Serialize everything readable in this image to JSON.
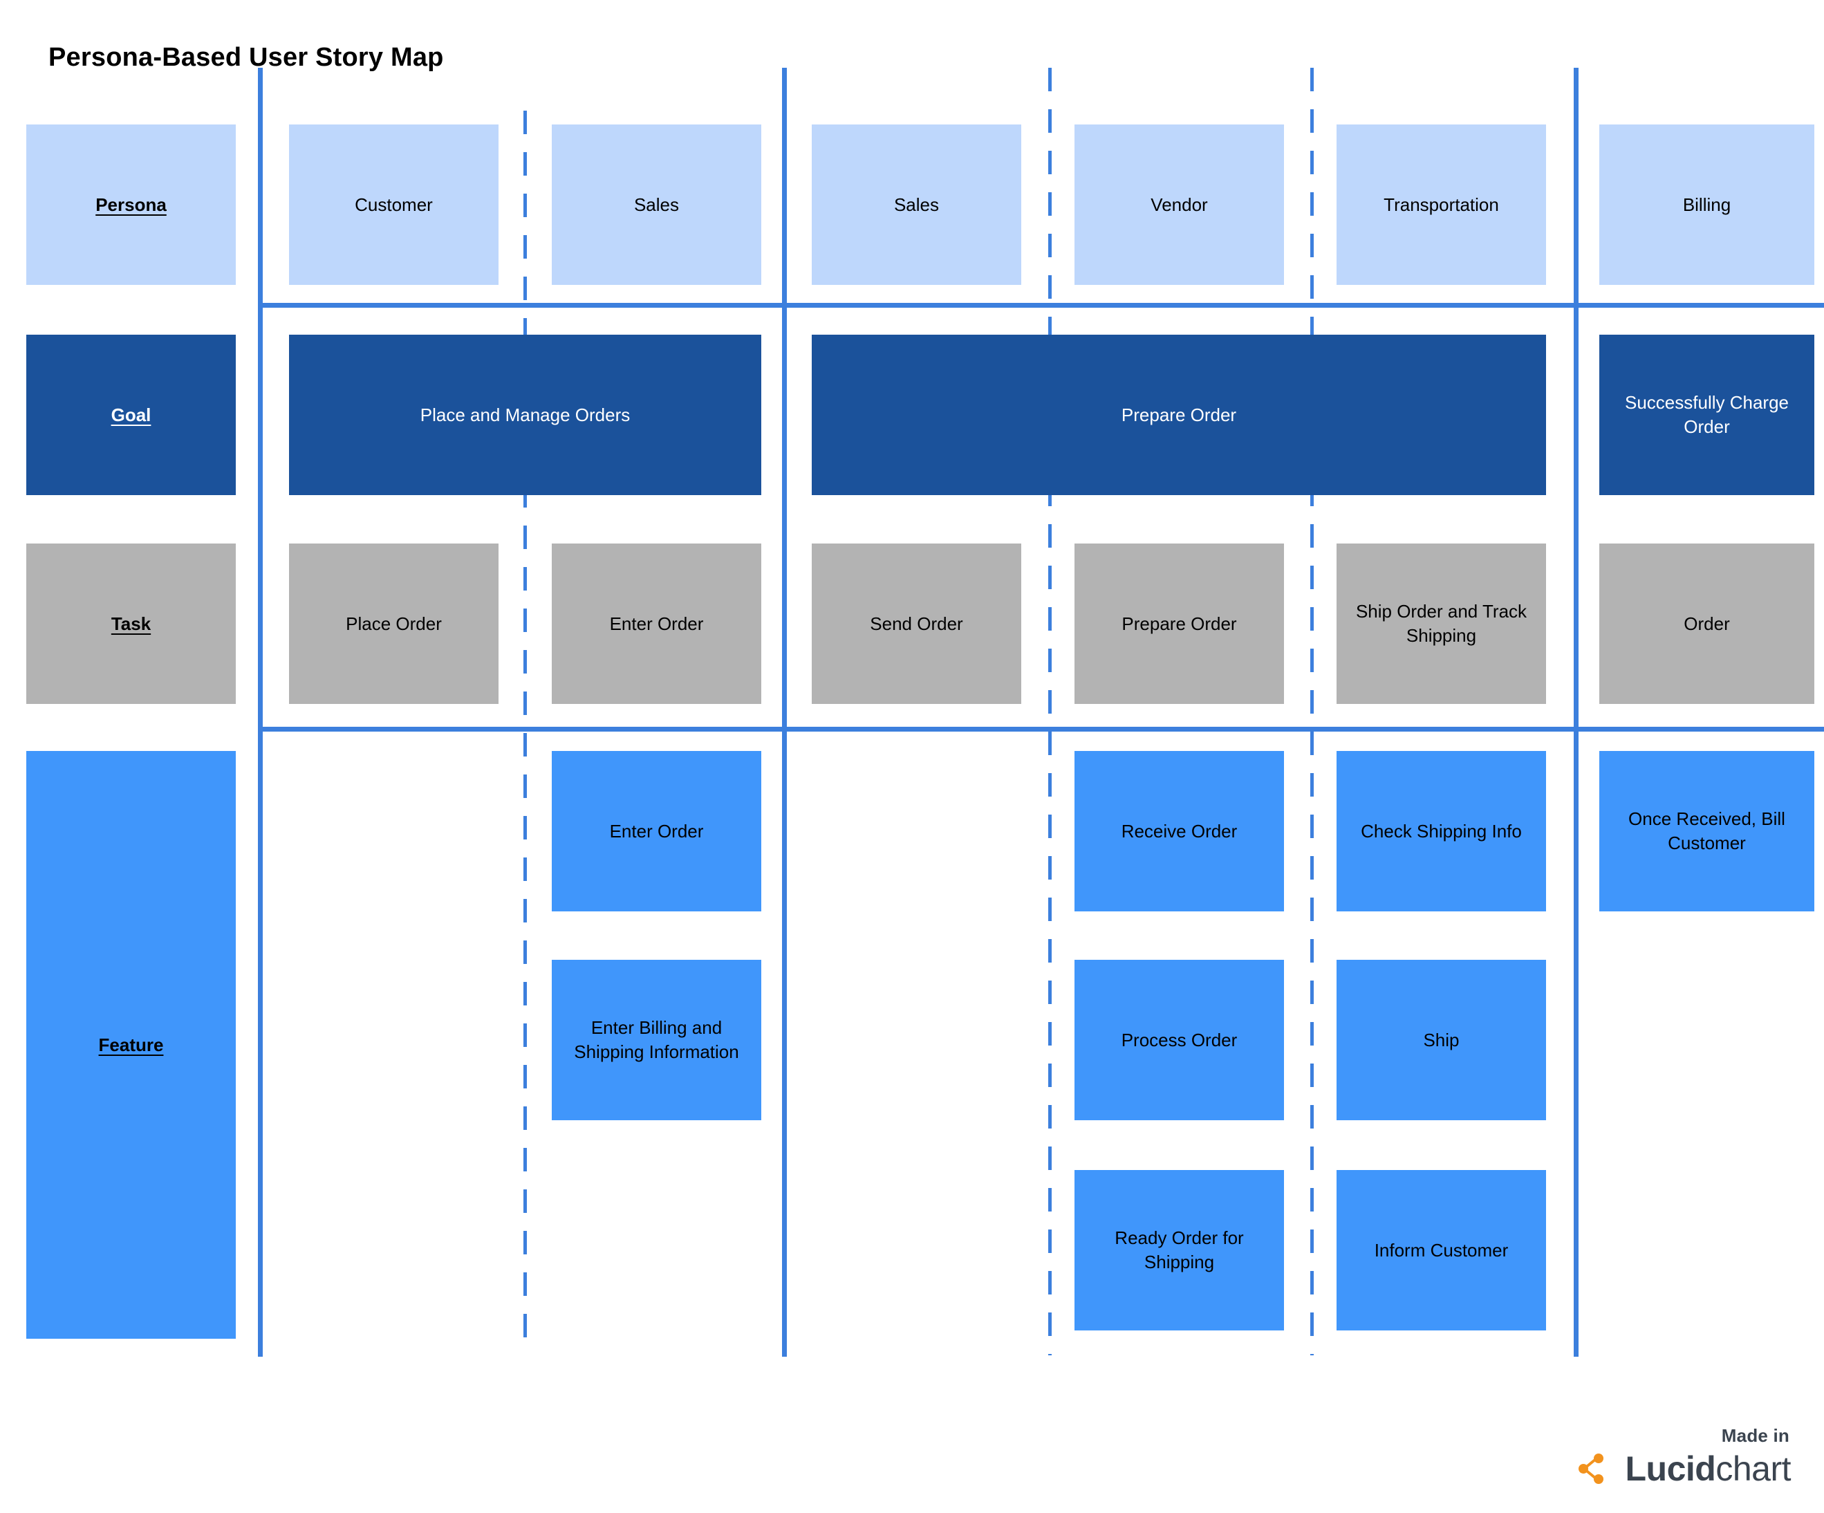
{
  "title": "Persona-Based User Story Map",
  "colors": {
    "persona_fill": "#BED7FC",
    "goal_fill": "#1B529B",
    "task_fill": "#B3B3B3",
    "feature_fill": "#4096FB",
    "divider": "#3C7FDD",
    "title_text": "#000000",
    "lucid_gray": "#3B444F",
    "lucid_orange": "#F2921D"
  },
  "row_labels": {
    "persona": "Persona",
    "goal": "Goal",
    "task": "Task",
    "feature": "Feature"
  },
  "personas": [
    {
      "label": "Customer"
    },
    {
      "label": "Sales"
    },
    {
      "label": "Sales"
    },
    {
      "label": "Vendor"
    },
    {
      "label": "Transportation"
    },
    {
      "label": "Billing"
    }
  ],
  "goals": [
    {
      "label": "Place and Manage Orders"
    },
    {
      "label": "Prepare Order"
    },
    {
      "label": "Successfully Charge Order"
    }
  ],
  "tasks": [
    {
      "label": "Place Order"
    },
    {
      "label": "Enter Order"
    },
    {
      "label": "Send Order"
    },
    {
      "label": "Prepare Order"
    },
    {
      "label": "Ship Order and Track Shipping"
    },
    {
      "label": "Order"
    }
  ],
  "features": {
    "customer": [],
    "sales_enter": [
      {
        "label": "Enter Order"
      },
      {
        "label": "Enter Billing and Shipping Information"
      }
    ],
    "sales_send": [],
    "vendor": [
      {
        "label": "Receive Order"
      },
      {
        "label": "Process Order"
      },
      {
        "label": "Ready Order for Shipping"
      }
    ],
    "transportation": [
      {
        "label": "Check Shipping Info"
      },
      {
        "label": "Ship"
      },
      {
        "label": "Inform Customer"
      }
    ],
    "billing": [
      {
        "label": "Once Received, Bill Customer"
      }
    ]
  },
  "lucid": {
    "made_in": "Made in",
    "brand_bold": "Lucid",
    "brand_light": "chart"
  }
}
